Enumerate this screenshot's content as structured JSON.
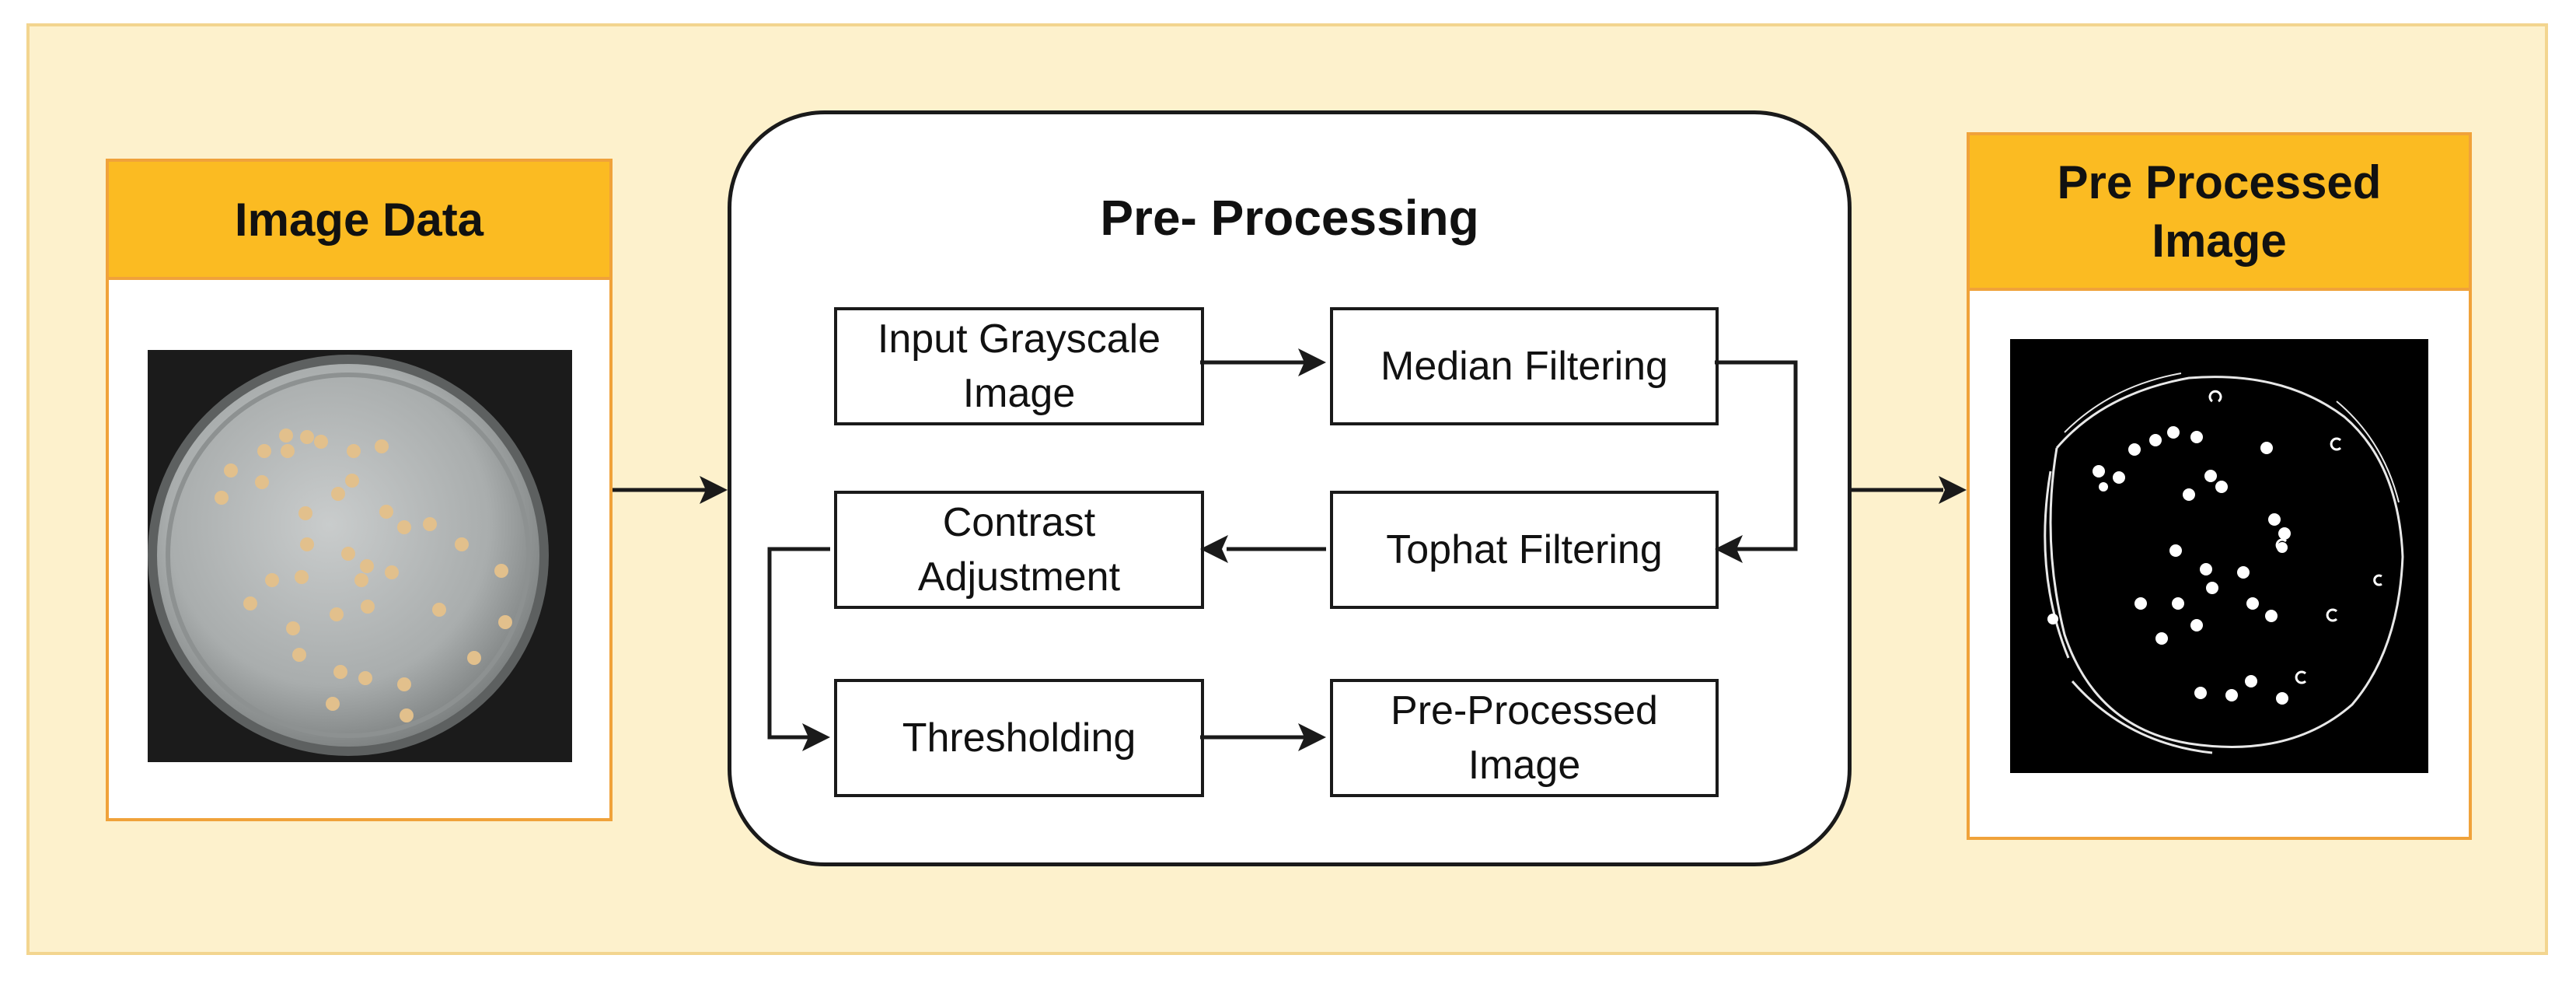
{
  "left_card": {
    "title": "Image Data"
  },
  "center": {
    "title": "Pre- Processing",
    "steps": {
      "input": "Input Grayscale Image",
      "median": "Median Filtering",
      "tophat": "Tophat Filtering",
      "contrast": "Contrast Adjustment",
      "threshold": "Thresholding",
      "output": "Pre-Processed Image"
    }
  },
  "right_card": {
    "title": "Pre Processed Image"
  },
  "colors": {
    "background": "#fdf1cc",
    "header_fill": "#fbbb22",
    "header_border": "#f0a23a",
    "arrow": "#1a1a1a"
  }
}
